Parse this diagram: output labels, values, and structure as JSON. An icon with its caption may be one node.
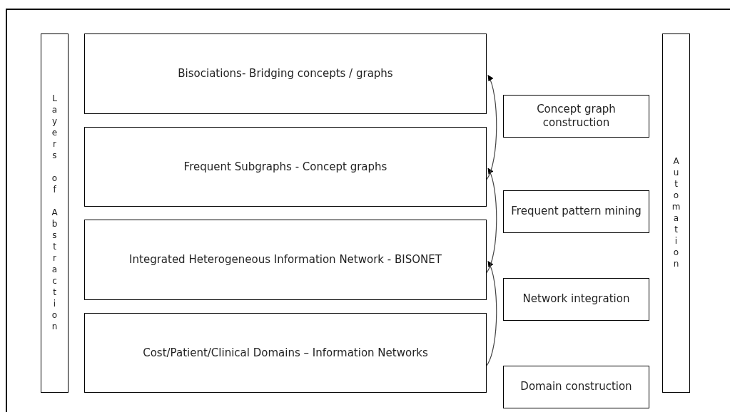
{
  "diagram": {
    "nodes": [
      {
        "text": [
          "Layers of Abstraction"
        ]
      },
      {
        "text": [
          "Bisociations- Bridging concepts / graphs"
        ]
      },
      {
        "text": [
          "Frequent Subgraphs - Concept graphs"
        ]
      },
      {
        "text": [
          "Integrated Heterogeneous Information Network - BISONET"
        ]
      },
      {
        "text": [
          "Cost/Patient/Clinical Domains – Information Networks"
        ]
      },
      {
        "text": [
          "Concept graph construction"
        ]
      },
      {
        "text": [
          "Frequent pattern mining"
        ]
      },
      {
        "text": [
          "Network integration"
        ]
      },
      {
        "text": [
          "Domain construction"
        ]
      },
      {
        "text": [
          "Automation"
        ]
      }
    ],
    "edges": [
      {
        "from": 4,
        "to": 3,
        "arrow": "to"
      },
      {
        "from": 3,
        "to": 2,
        "arrow": "to"
      },
      {
        "from": 2,
        "to": 1,
        "arrow": "to"
      }
    ]
  }
}
